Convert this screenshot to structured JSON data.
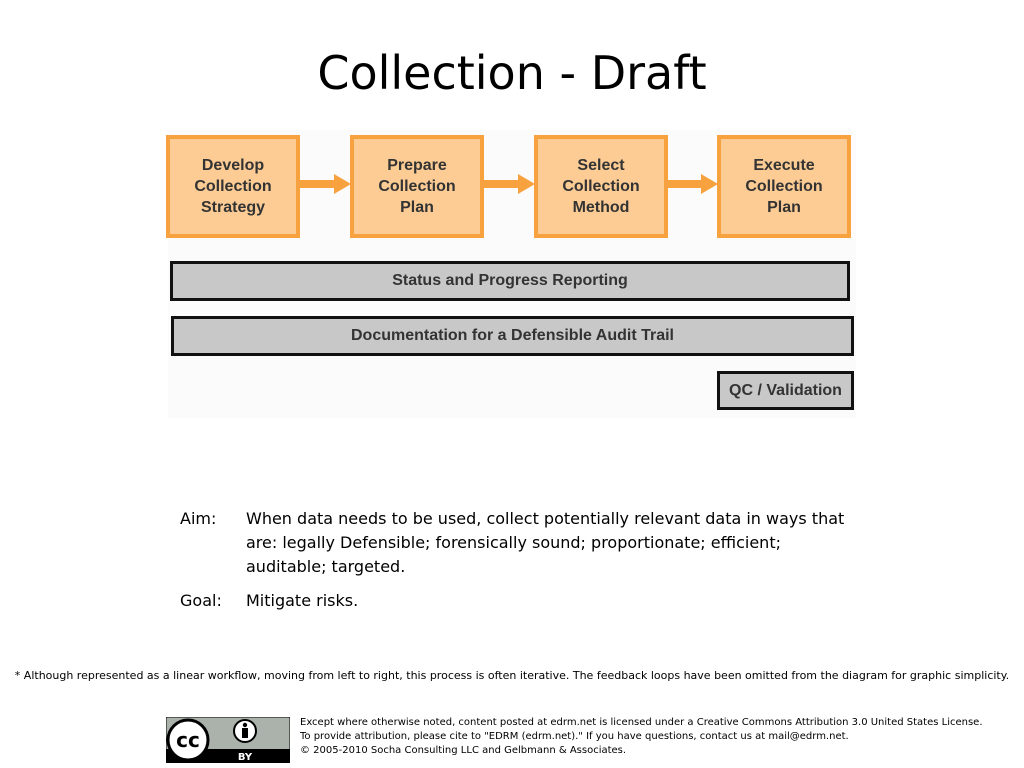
{
  "title": "Collection - Draft",
  "steps": [
    {
      "label": "Develop\nCollection\nStrategy"
    },
    {
      "label": "Prepare\nCollection\nPlan"
    },
    {
      "label": "Select\nCollection\nMethod"
    },
    {
      "label": "Execute\nCollection\nPlan"
    }
  ],
  "bars": {
    "status": "Status and Progress Reporting",
    "documentation": "Documentation for a Defensible Audit Trail",
    "qc": "QC / Validation"
  },
  "colors": {
    "step_fill": "#fccc94",
    "step_border": "#f7a23e",
    "arrow": "#f7a23e",
    "bar_fill": "#c8c8c8",
    "bar_border": "#111111"
  },
  "aim": {
    "label": "Aim:",
    "text": "When data needs to be used, collect potentially relevant data in ways that are: legally Defensible; forensically sound; proportionate; efficient; auditable; targeted."
  },
  "goal": {
    "label": "Goal:",
    "text": "Mitigate risks."
  },
  "footnote": "* Although represented as a linear workflow, moving from left to right, this process is often iterative. The feedback loops have been omitted from the diagram for graphic simplicity.",
  "license": {
    "logo_text": "BY",
    "line1": "Except where otherwise noted, content posted at edrm.net is licensed under a Creative Commons Attribution 3.0 United States License.",
    "line2": "To provide attribution, please cite to \"EDRM (edrm.net).\" If you have questions, contact us at mail@edrm.net.",
    "line3": "© 2005-2010 Socha Consulting LLC and Gelbmann & Associates."
  }
}
